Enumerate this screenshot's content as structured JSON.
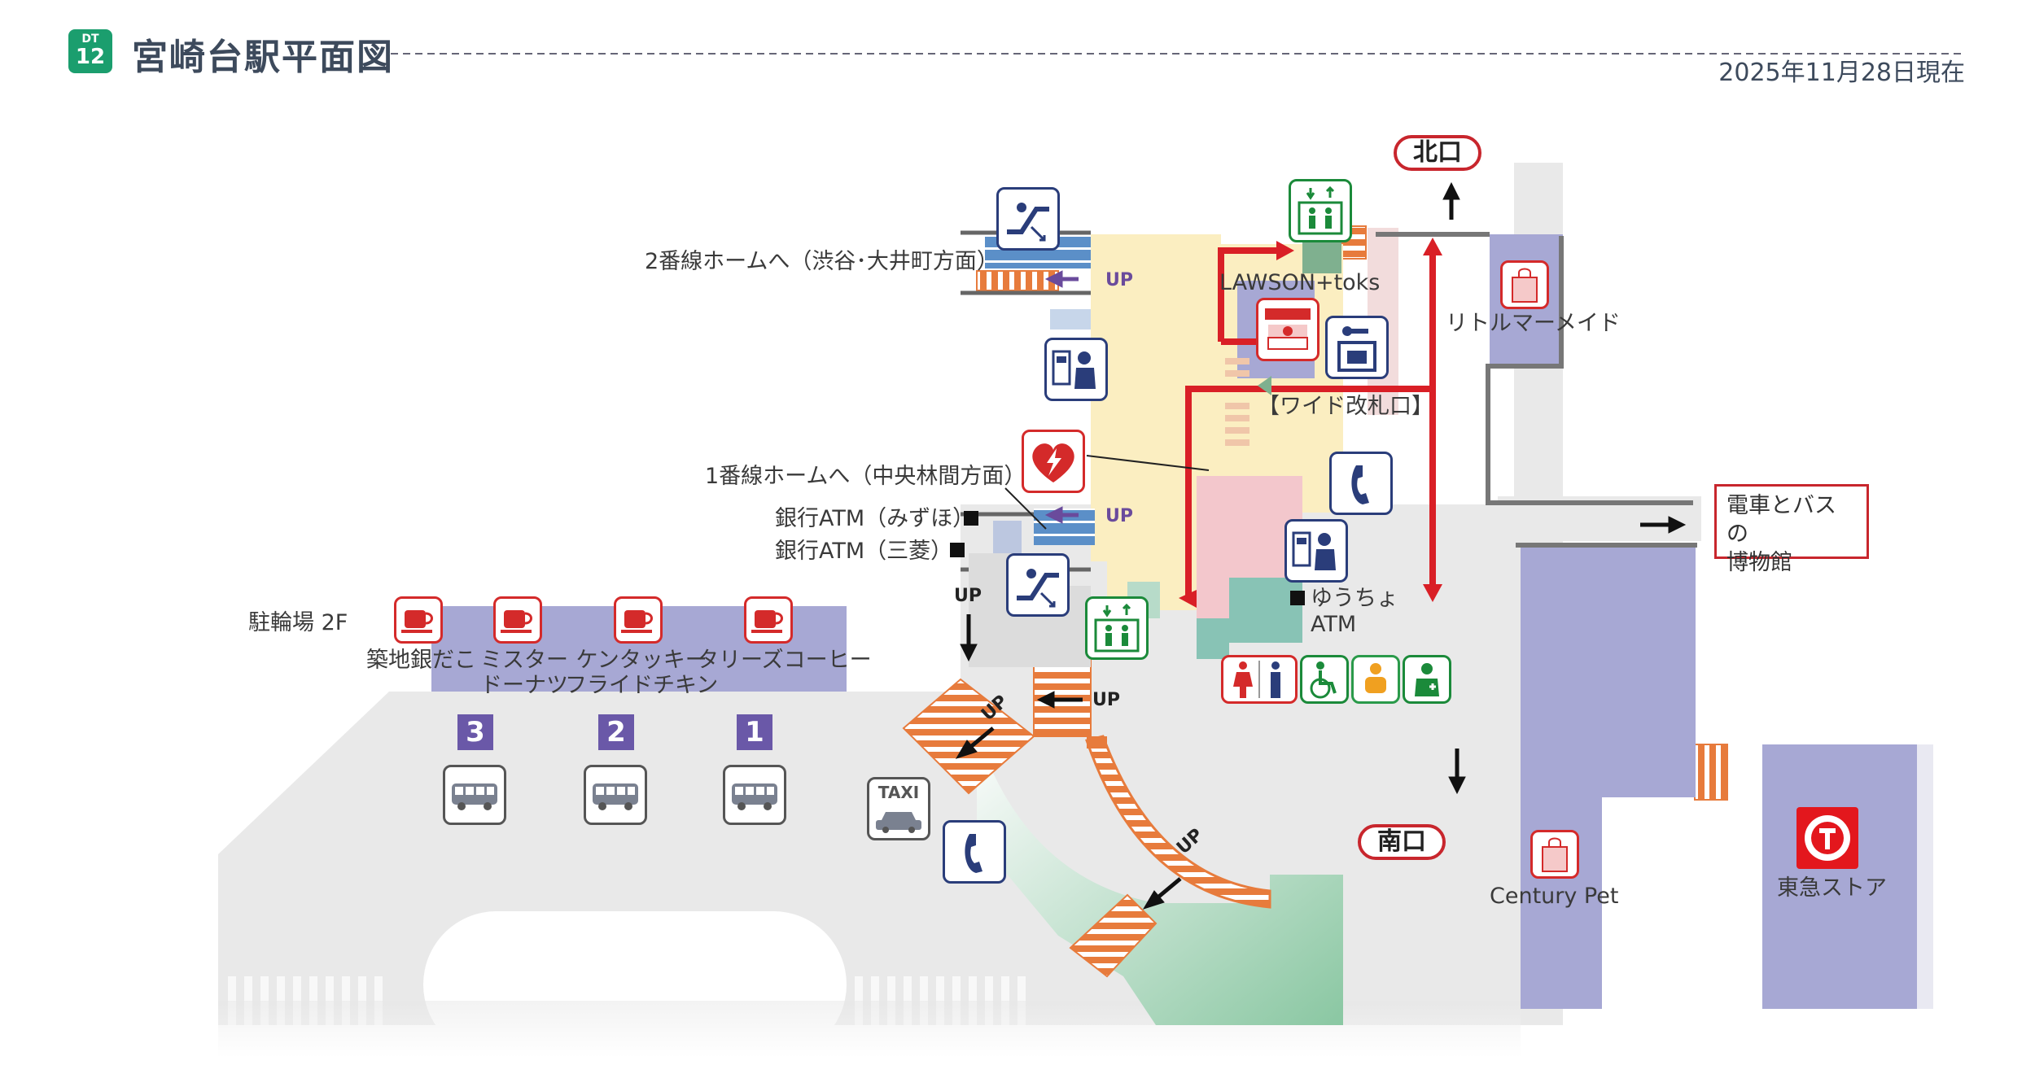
{
  "header": {
    "line_code": "DT",
    "station_number": "12",
    "title": "宮崎台駅平面図",
    "date": "2025年11月28日現在"
  },
  "exits": {
    "north": "北口",
    "south": "南口"
  },
  "platforms": {
    "platform2": "2番線ホームへ（渋谷･大井町方面）",
    "platform1": "1番線ホームへ（中央林間方面）"
  },
  "up_label": "UP",
  "gates": {
    "wide_gate": "【ワイド改札口】"
  },
  "atms": {
    "mizuho": "銀行ATM（みずほ）",
    "mufg": "銀行ATM（三菱）",
    "yucho": "ゆうちょ",
    "yucho_sub": "ATM"
  },
  "shops": {
    "lawson": "LAWSON+toks",
    "little_mermaid": "リトルマーメイド",
    "century_pet": "Century Pet",
    "tokyu_store": "東急ストア",
    "tsukiji_gindaco": "築地銀だこ",
    "mister_donut_1": "ミスター",
    "mister_donut_2": "ドーナツ",
    "kfc_1": "ケンタッキー",
    "kfc_2": "フライドチキン",
    "tullys": "タリーズコーヒー"
  },
  "bicycle_parking": "駐輪場  2F",
  "museum": {
    "line1": "電車とバスの",
    "line2": "博物館"
  },
  "bus_bays": [
    "3",
    "2",
    "1"
  ],
  "taxi": "TAXI",
  "colors": {
    "accent_green": "#1b9e6e",
    "route_red": "#d91f26",
    "shop_purple": "#a7a8d4",
    "concourse_yellow": "#fbeec1",
    "stairs_orange": "#e77b3c"
  },
  "icons": [
    "escalator-icon",
    "elevator-icon",
    "ticket-machine-icon",
    "aed-icon",
    "phone-icon",
    "shop-icon",
    "locker-icon",
    "restroom-icon",
    "wheelchair-icon",
    "baby-icon",
    "first-aid-icon",
    "cafe-icon",
    "bus-icon",
    "taxi-icon",
    "shopping-bag-icon",
    "tokyu-logo-icon"
  ]
}
